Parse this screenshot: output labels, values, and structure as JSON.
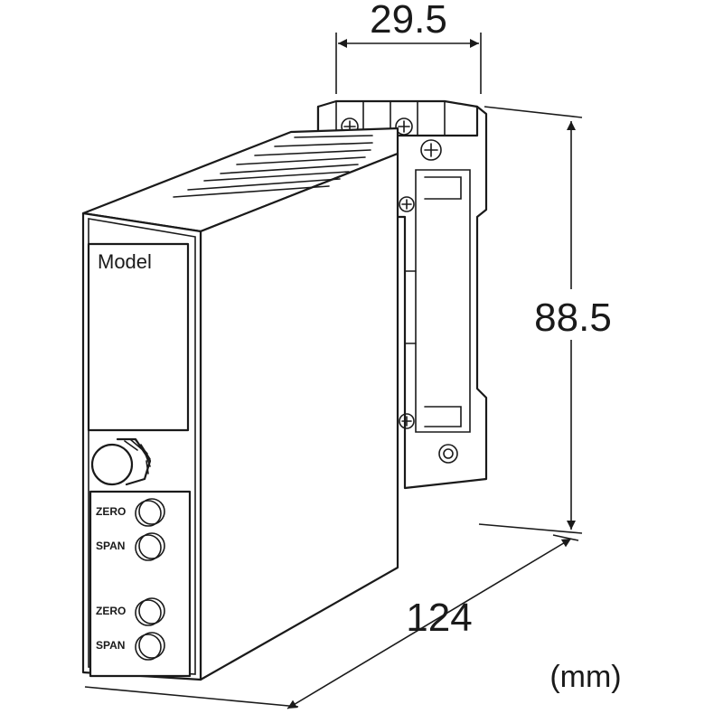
{
  "diagram": {
    "dimensions": {
      "width": "29.5",
      "height": "88.5",
      "depth": "124"
    },
    "unit": "(mm)",
    "front_panel": {
      "model_label": "Model",
      "adjusters": [
        {
          "label": "ZERO"
        },
        {
          "label": "SPAN"
        },
        {
          "label": "ZERO"
        },
        {
          "label": "SPAN"
        }
      ]
    }
  }
}
